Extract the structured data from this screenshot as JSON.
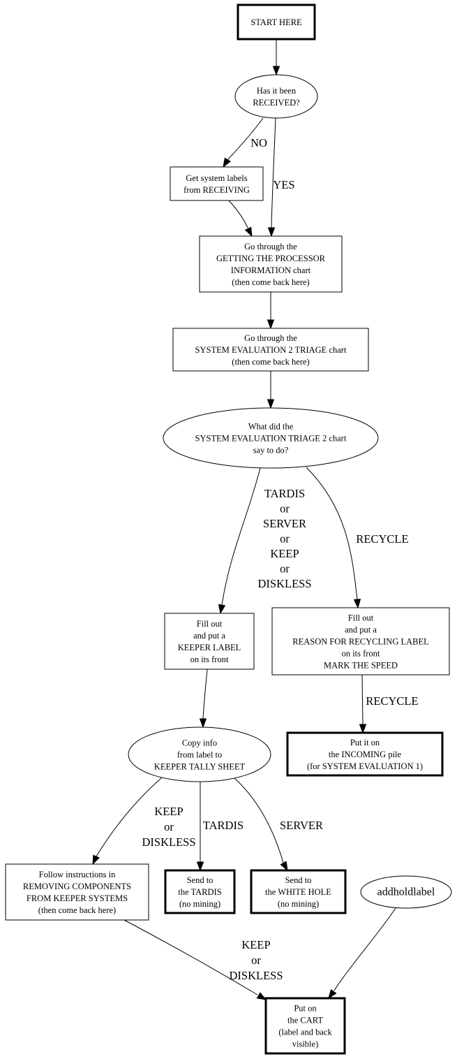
{
  "diagram": {
    "type": "flowchart",
    "nodes": {
      "start": {
        "shape": "box-bold",
        "lines": [
          "START HERE"
        ]
      },
      "received": {
        "shape": "ellipse",
        "lines": [
          "Has it been",
          "RECEIVED?"
        ]
      },
      "get_labels": {
        "shape": "box",
        "lines": [
          "Get system labels",
          "from RECEIVING"
        ]
      },
      "processor": {
        "shape": "box",
        "lines": [
          "Go through the",
          "GETTING THE PROCESSOR",
          "INFORMATION chart",
          "(then come back here)"
        ]
      },
      "triage": {
        "shape": "box",
        "lines": [
          "Go through the",
          "SYSTEM EVALUATION 2 TRIAGE chart",
          "(then come back here)"
        ]
      },
      "what_did": {
        "shape": "ellipse",
        "lines": [
          "What did the",
          "SYSTEM EVALUATION TRIAGE 2 chart",
          "say to do?"
        ]
      },
      "keeper_label": {
        "shape": "box",
        "lines": [
          "Fill out",
          "and put a",
          "KEEPER LABEL",
          "on its front"
        ]
      },
      "recycle_label": {
        "shape": "box",
        "lines": [
          "Fill out",
          "and put a",
          "REASON FOR RECYCLING LABEL",
          "on its front",
          "MARK THE SPEED"
        ]
      },
      "copy_info": {
        "shape": "ellipse",
        "lines": [
          "Copy info",
          "from label to",
          "KEEPER TALLY SHEET"
        ]
      },
      "incoming": {
        "shape": "box-bold",
        "lines": [
          "Put it on",
          "the INCOMING pile",
          "(for SYSTEM EVALUATION 1)"
        ]
      },
      "follow": {
        "shape": "box",
        "lines": [
          "Follow instructions in",
          "REMOVING COMPONENTS",
          "FROM KEEPER SYSTEMS",
          "(then come back here)"
        ]
      },
      "tardis": {
        "shape": "box-bold",
        "lines": [
          "Send to",
          "the TARDIS",
          "(no mining)"
        ]
      },
      "white_hole": {
        "shape": "box-bold",
        "lines": [
          "Send to",
          "the WHITE HOLE",
          "(no mining)"
        ]
      },
      "addholdlabel": {
        "shape": "ellipse",
        "lines": [
          "addholdlabel"
        ]
      },
      "cart": {
        "shape": "box-bold",
        "lines": [
          "Put on",
          "the CART",
          "(label and back",
          "visible)"
        ]
      }
    },
    "edges": [
      {
        "from": "start",
        "to": "received",
        "label": []
      },
      {
        "from": "received",
        "to": "get_labels",
        "label": [
          "NO"
        ]
      },
      {
        "from": "received",
        "to": "processor",
        "label": [
          "YES"
        ]
      },
      {
        "from": "get_labels",
        "to": "processor",
        "label": []
      },
      {
        "from": "processor",
        "to": "triage",
        "label": []
      },
      {
        "from": "triage",
        "to": "what_did",
        "label": []
      },
      {
        "from": "what_did",
        "to": "keeper_label",
        "label": [
          "TARDIS",
          "or",
          "SERVER",
          "or",
          "KEEP",
          "or",
          "DISKLESS"
        ]
      },
      {
        "from": "what_did",
        "to": "recycle_label",
        "label": [
          "RECYCLE"
        ]
      },
      {
        "from": "keeper_label",
        "to": "copy_info",
        "label": []
      },
      {
        "from": "recycle_label",
        "to": "incoming",
        "label": [
          "RECYCLE"
        ]
      },
      {
        "from": "copy_info",
        "to": "follow",
        "label": [
          "KEEP",
          "or",
          "DISKLESS"
        ]
      },
      {
        "from": "copy_info",
        "to": "tardis",
        "label": [
          "TARDIS"
        ]
      },
      {
        "from": "copy_info",
        "to": "white_hole",
        "label": [
          "SERVER"
        ]
      },
      {
        "from": "follow",
        "to": "cart",
        "label": [
          "KEEP",
          "or",
          "DISKLESS"
        ]
      },
      {
        "from": "addholdlabel",
        "to": "cart",
        "label": []
      }
    ]
  }
}
